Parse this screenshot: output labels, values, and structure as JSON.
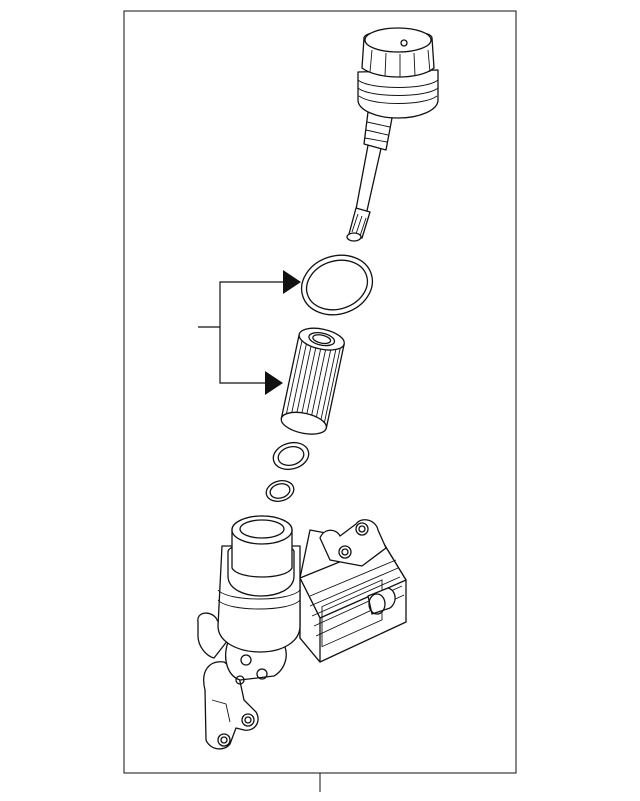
{
  "diagram": {
    "kind": "exploded parts diagram",
    "parts": [
      {
        "name": "filter-cap",
        "icon": "oil-filter-cap-icon"
      },
      {
        "name": "cap-o-ring",
        "icon": "o-ring-icon"
      },
      {
        "name": "filter-element",
        "icon": "cartridge-filter-icon"
      },
      {
        "name": "seal-ring-upper",
        "icon": "o-ring-icon"
      },
      {
        "name": "seal-ring-lower",
        "icon": "o-ring-icon"
      },
      {
        "name": "filter-housing-and-oil-cooler",
        "icon": "housing-assembly-icon"
      }
    ],
    "callouts": [
      {
        "name": "kit-bracket",
        "targets": [
          "cap-o-ring",
          "filter-element"
        ]
      }
    ],
    "colors": {
      "line": "#111111",
      "fill": "#ffffff",
      "background": "#ffffff"
    }
  }
}
